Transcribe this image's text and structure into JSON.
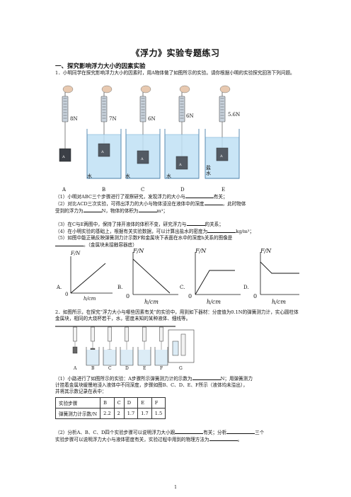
{
  "doc": {
    "title": "《浮力》实验专题练习",
    "section1": "一、探究影响浮力大小的因素实验",
    "q1_intro": "1．小明同学在探究影响浮力大小的因素时，用A物体做了如图所示的实验。请你根据小明的实验探究回答下列问题。",
    "fig1_readings": [
      "8N",
      "7N",
      "6N",
      "6N",
      "5.6N"
    ],
    "fig1_labels": [
      "A",
      "B",
      "C",
      "D",
      "E"
    ],
    "fig1_liquids": [
      "水",
      "水",
      "水",
      "盐水"
    ],
    "fig1_object": "A",
    "q1_1a": "（1）小明对ABC三个步骤进行了观察研究，发现浮力的大小与",
    "q1_1b": "有关；",
    "q1_2a": "（2）对比ACD三次实验，可得出浮力的大小与物体浸没在液体中的深度",
    "q1_2b": "，此时物体",
    "q1_2c": "受到的浮力为",
    "q1_2d": "N，物体的体积为",
    "q1_2e": "m³；",
    "q1_3a": "（3）在C与E两图中，保持了排开液体的体积不变，研究浮力与",
    "q1_3b": "的关系；",
    "q1_4a": "（4）在小明实验的基础上，根据有关实验数据，可以计算出盐水的密度为",
    "q1_4b": "kg/m³；",
    "q1_5a": "（5）如图中能正确反映弹簧测力计示数F和金属块下表面在水中的深度h关系的图像是",
    "q1_5b": "。（金属块未接触容器底）",
    "graph_ylabel": "F/N",
    "graph_xlabel": "h/cm",
    "graph_origin": "0",
    "graph_options": [
      "A.",
      "B.",
      "C.",
      "D."
    ],
    "q2_intro": "2．如图所示，在探究“浮力大小与哪些因素有关”的实验中，用到如下器材：分度值为0.1N的弹簧测力计，实心圆柱体金属块，相同的大烧杯若干，水，密度未知的某种液体、细线等。",
    "fig2_labels": [
      "A",
      "B",
      "C",
      "D",
      "E",
      "F",
      "G"
    ],
    "q2_1a": "（1）小路进行了如图所示的实验：A步骤所示弹簧测力计的示数为",
    "q2_1b": "N；用弹簧测力",
    "q2_1c": "计挂着金属块缓慢地浸入液体中不同深度，步骤如图B、C、D、E、F所示（液体均未溢出），",
    "q2_1d": "并将其示数记录在表中：",
    "table": {
      "row1": [
        "实验步骤",
        "B",
        "C",
        "D",
        "E",
        "F"
      ],
      "row2": [
        "弹簧测力计示数/N",
        "2.2",
        "2",
        "1.7",
        "1.7",
        "1.5"
      ]
    },
    "q2_2a": "（2）分析A、B、C、D四个实验步骤可以说明浮力大小跟",
    "q2_2b": "有关；分析",
    "q2_2c": "三个",
    "q2_2d": "实验步骤可以说明浮力大小与液体密度有关，实验过程中用到的物理方法为",
    "q2_2e": "。",
    "page_number": "1"
  }
}
